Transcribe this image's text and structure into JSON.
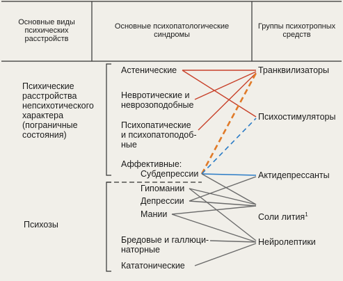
{
  "headers": {
    "col1": "Основные виды\nпсихических\nрасстройств",
    "col2": "Основные психопатологические\nсиндромы",
    "col3": "Группы психотропных\nсредств"
  },
  "disorders": {
    "borderline": "Психические\nрасстройства\nнепсихотического\nхарактера\n(пограничные\nсостояния)",
    "psychoses": "Психозы"
  },
  "syndromes": {
    "asthenic": "Астенические",
    "neurotic": "Невротические и\nневрозоподобные",
    "psychopathic": "Психопатические\nи психопатоподоб-\nные",
    "affective": "Аффективные:",
    "subdepression": "Субдепрессии",
    "hypomania": "Гипомании",
    "depression": "Депрессии",
    "mania": "Мании",
    "delusional": "Бредовые и галлюци-\nнаторные",
    "catatonic": "Кататонические"
  },
  "drugs": {
    "tranquilizers": "Транквилизаторы",
    "psychostimulants": "Психостимуляторы",
    "antidepressants": "Актидепрессанты",
    "lithium": "Соли лития",
    "lithium_note": "1",
    "neuroleptics": "Нейролептики"
  },
  "colors": {
    "red": "#c8412a",
    "orange": "#e07a28",
    "blue": "#2a7bc6",
    "gray": "#6a6a6a",
    "frame": "#333333"
  }
}
